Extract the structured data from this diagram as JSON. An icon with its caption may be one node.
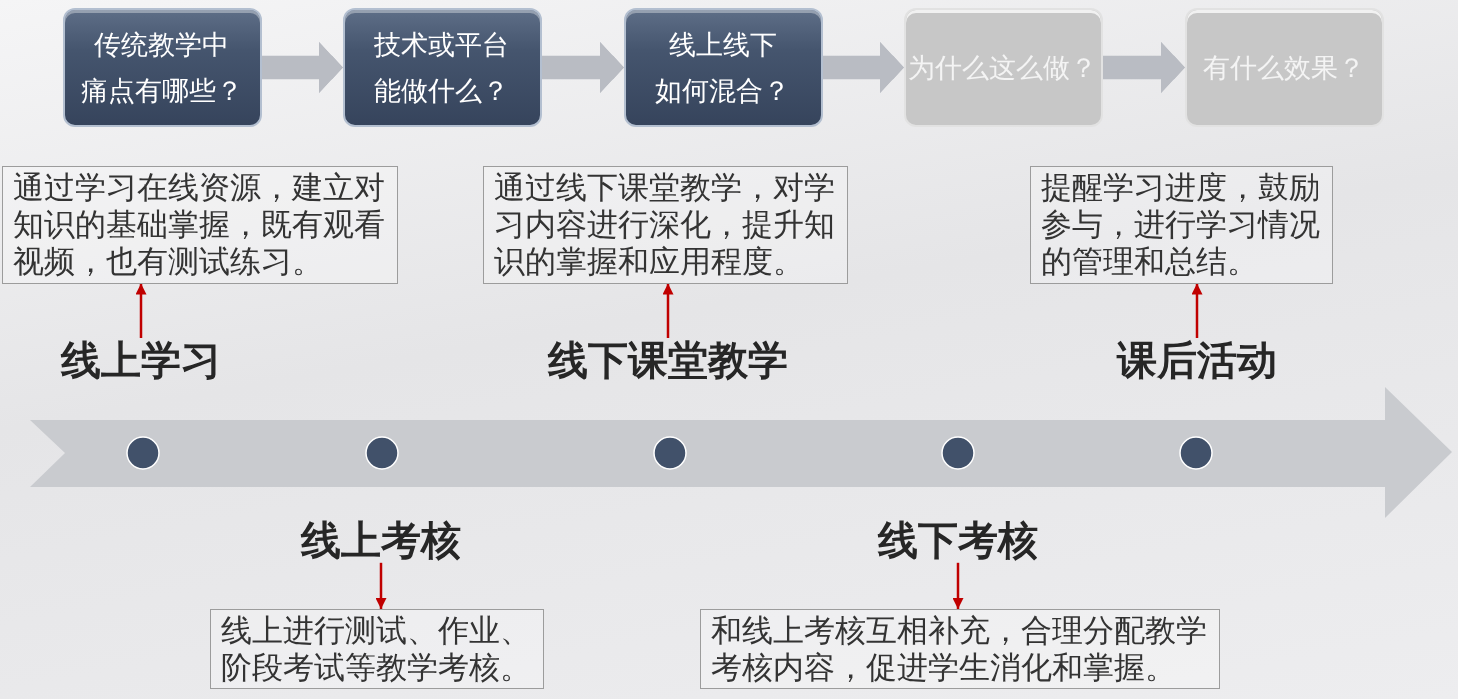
{
  "diagram": {
    "nodes": [
      {
        "text": [
          "传统教学中痛点有哪些？"
        ]
      },
      {
        "text": [
          "技术或平台能做什么？"
        ]
      },
      {
        "text": [
          "线上线下如何混合？"
        ]
      },
      {
        "text": [
          "为什么这么做？"
        ]
      },
      {
        "text": [
          "有什么效果？"
        ]
      },
      {
        "text": [
          "通过学习在线资源，建立对知识的基础掌握，既有观看视频，也有测试练习。"
        ]
      },
      {
        "text": [
          "通过线下课堂教学，对学习内容进行深化，提升知识的掌握和应用程度。"
        ]
      },
      {
        "text": [
          "提醒学习进度，鼓励参与，进行学习情况的管理和总结。"
        ]
      },
      {
        "text": [
          "线上学习"
        ]
      },
      {
        "text": [
          "线下课堂教学"
        ]
      },
      {
        "text": [
          "课后活动"
        ]
      },
      {
        "text": [
          "线上考核"
        ]
      },
      {
        "text": [
          "线下考核"
        ]
      },
      {
        "text": [
          "线上进行测试、作业、阶段考试等教学考核。"
        ]
      },
      {
        "text": [
          "和线上考核互相补充，合理分配教学考核内容，促进学生消化和掌握。"
        ]
      }
    ],
    "edges": [
      {
        "from": 0,
        "to": 1,
        "arrow": "to",
        "style": "thick",
        "color": "#b9bcc3"
      },
      {
        "from": 1,
        "to": 2,
        "arrow": "to",
        "style": "thick",
        "color": "#b9bcc3"
      },
      {
        "from": 2,
        "to": 3,
        "arrow": "to",
        "style": "thick",
        "color": "#b9bcc3"
      },
      {
        "from": 3,
        "to": 4,
        "arrow": "to",
        "style": "thick",
        "color": "#b9bcc3"
      },
      {
        "from": 8,
        "to": 5,
        "arrow": "to"
      },
      {
        "from": 9,
        "to": 6,
        "arrow": "to"
      },
      {
        "from": 10,
        "to": 7,
        "arrow": "to"
      },
      {
        "from": 11,
        "to": 13,
        "arrow": "to"
      },
      {
        "from": 12,
        "to": 14,
        "arrow": "to"
      }
    ]
  }
}
